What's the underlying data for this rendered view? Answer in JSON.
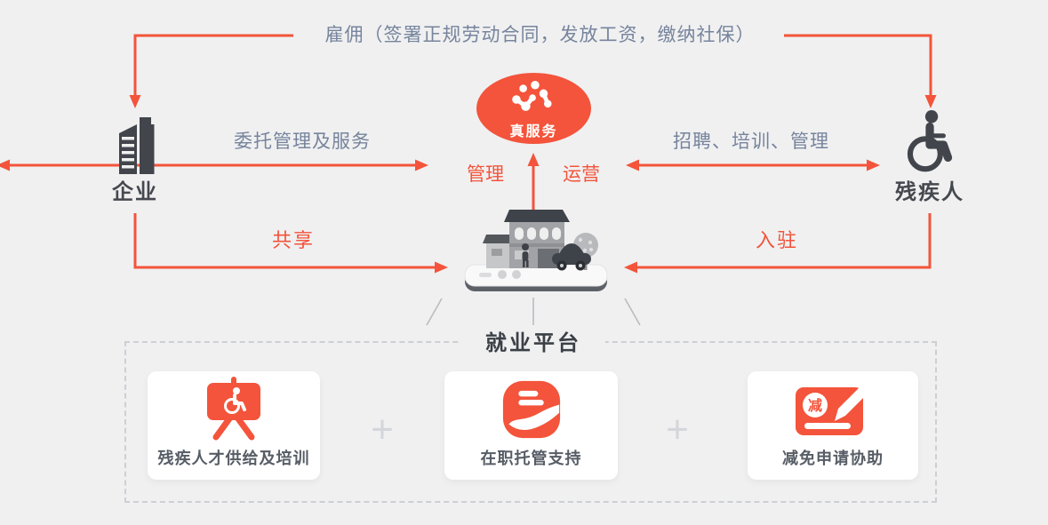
{
  "colors": {
    "accent": "#f3543b",
    "muted_text": "#76849c",
    "dark_text": "#45494f",
    "card_label": "#575d66",
    "dashed_border": "#cccfd3",
    "plus": "#d3d6da",
    "background": "#f0f0f1"
  },
  "flows": {
    "employment": "雇佣（签署正规劳动合同，发放工资，缴纳社保）",
    "entrust": "委托管理及服务",
    "recruit": "招聘、培训、管理",
    "manage": "管理",
    "operate": "运营",
    "share": "共享",
    "join": "入驻"
  },
  "entities": {
    "enterprise": {
      "label": "企业",
      "icon": "building-icon"
    },
    "service": {
      "label": "真服务",
      "icon": "dots-network-icon"
    },
    "disabled": {
      "label": "残疾人",
      "icon": "wheelchair-icon"
    }
  },
  "platform": {
    "label": "就业平台",
    "plus_sign": "+",
    "illustration": "storefront-on-phone",
    "cards": [
      {
        "label": "残疾人才供给及培训",
        "icon": "wheelchair-board-icon"
      },
      {
        "label": "在职托管支持",
        "icon": "hand-support-icon"
      },
      {
        "label": "减免申请协助",
        "icon": "reduction-card-icon",
        "badge": "减"
      }
    ]
  }
}
